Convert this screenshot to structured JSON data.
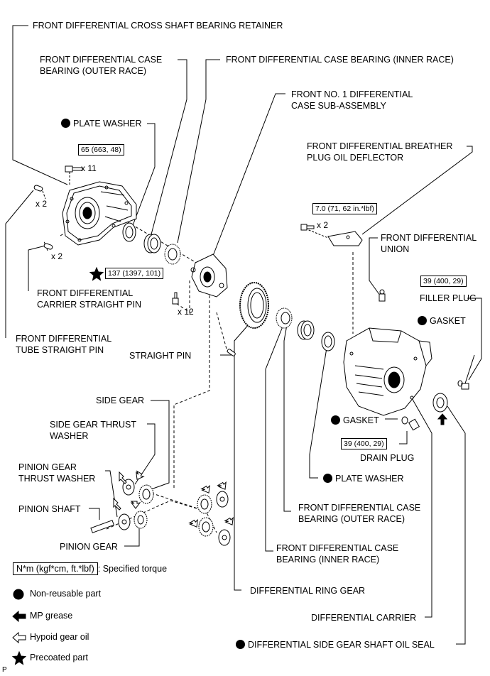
{
  "labels": {
    "cross_shaft_retainer": "FRONT DIFFERENTIAL CROSS SHAFT BEARING RETAINER",
    "case_bearing_outer_top_1": "FRONT DIFFERENTIAL CASE",
    "case_bearing_outer_top_2": "BEARING (OUTER RACE)",
    "case_bearing_inner_top": "FRONT DIFFERENTIAL CASE BEARING (INNER RACE)",
    "case_sub_assembly_1": "FRONT NO. 1 DIFFERENTIAL",
    "case_sub_assembly_2": "CASE SUB-ASSEMBLY",
    "plate_washer_top": "PLATE WASHER",
    "breather_deflector_1": "FRONT DIFFERENTIAL BREATHER",
    "breather_deflector_2": "PLUG OIL DEFLECTOR",
    "front_diff_union_1": "FRONT DIFFERENTIAL",
    "front_diff_union_2": "UNION",
    "filler_plug": "FILLER PLUG",
    "gasket_right": "GASKET",
    "carrier_straight_pin_1": "FRONT DIFFERENTIAL",
    "carrier_straight_pin_2": "CARRIER STRAIGHT PIN",
    "tube_straight_pin_1": "FRONT DIFFERENTIAL",
    "tube_straight_pin_2": "TUBE STRAIGHT PIN",
    "straight_pin": "STRAIGHT PIN",
    "side_gear": "SIDE GEAR",
    "side_gear_thrust_washer_1": "SIDE GEAR THRUST",
    "side_gear_thrust_washer_2": "WASHER",
    "pinion_gear_thrust_washer_1": "PINION GEAR",
    "pinion_gear_thrust_washer_2": "THRUST WASHER",
    "pinion_shaft": "PINION SHAFT",
    "pinion_gear": "PINION GEAR",
    "gasket_drain": "GASKET",
    "drain_plug": "DRAIN PLUG",
    "plate_washer_bottom": "PLATE WASHER",
    "case_bearing_outer_bottom_1": "FRONT DIFFERENTIAL CASE",
    "case_bearing_outer_bottom_2": "BEARING (OUTER RACE)",
    "case_bearing_inner_bottom_1": "FRONT DIFFERENTIAL CASE",
    "case_bearing_inner_bottom_2": "BEARING (INNER RACE)",
    "ring_gear": "DIFFERENTIAL RING GEAR",
    "differential_carrier": "DIFFERENTIAL CARRIER",
    "side_gear_shaft_oil_seal": "DIFFERENTIAL SIDE GEAR SHAFT OIL SEAL",
    "corner_mark": "P"
  },
  "torques": {
    "retainer_bolt": "65 (663, 48)",
    "deflector_bolt": "7.0 (71, 62 in.*lbf)",
    "ring_gear_bolt": "137 (1397, 101)",
    "filler_plug": "39 (400, 29)",
    "drain_plug": "39 (400, 29)"
  },
  "counts": {
    "retainer_bolts": "x 11",
    "pins_upper": "x 2",
    "pins_lower": "x 2",
    "deflector_bolts": "x 2",
    "ring_gear_bolts": "x 12"
  },
  "legend": {
    "torque_box": "N*m (kgf*cm, ft.*lbf)",
    "torque_text": ": Specified torque",
    "non_reusable": "Non-reusable part",
    "mp_grease": "MP grease",
    "hypoid_oil": "Hypoid gear oil",
    "precoated": "Precoated part"
  }
}
